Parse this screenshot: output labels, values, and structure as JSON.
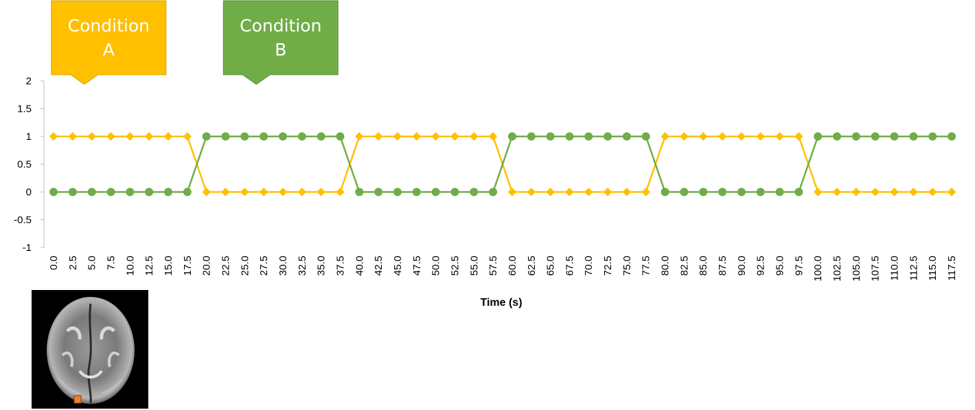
{
  "chart_data": {
    "type": "line",
    "xlabel": "Time (s)",
    "ylabel": "",
    "ylim": [
      -1,
      2
    ],
    "yticks": [
      "2",
      "1.5",
      "1",
      "0.5",
      "0",
      "-0.5",
      "-1"
    ],
    "ytick_values": [
      2,
      1.5,
      1,
      0.5,
      0,
      -0.5,
      -1
    ],
    "x": [
      "0.0",
      "2.5",
      "5.0",
      "7.5",
      "10.0",
      "12.5",
      "15.0",
      "17.5",
      "20.0",
      "22.5",
      "25.0",
      "27.5",
      "30.0",
      "32.5",
      "35.0",
      "37.5",
      "40.0",
      "42.5",
      "45.0",
      "47.5",
      "50.0",
      "52.5",
      "55.0",
      "57.5",
      "60.0",
      "62.5",
      "65.0",
      "67.5",
      "70.0",
      "72.5",
      "75.0",
      "77.5",
      "80.0",
      "82.5",
      "85.0",
      "87.5",
      "90.0",
      "92.5",
      "95.0",
      "97.5",
      "100.0",
      "102.5",
      "105.0",
      "107.5",
      "110.0",
      "112.5",
      "115.0",
      "117.5"
    ],
    "series": [
      {
        "color": "#FFC000",
        "marker": "diamond",
        "values": [
          1,
          1,
          1,
          1,
          1,
          1,
          1,
          1,
          0,
          0,
          0,
          0,
          0,
          0,
          0,
          0,
          1,
          1,
          1,
          1,
          1,
          1,
          1,
          1,
          0,
          0,
          0,
          0,
          0,
          0,
          0,
          0,
          1,
          1,
          1,
          1,
          1,
          1,
          1,
          1,
          0,
          0,
          0,
          0,
          0,
          0,
          0,
          0
        ]
      },
      {
        "color": "#70AD47",
        "marker": "circle",
        "values": [
          0,
          0,
          0,
          0,
          0,
          0,
          0,
          0,
          1,
          1,
          1,
          1,
          1,
          1,
          1,
          1,
          0,
          0,
          0,
          0,
          0,
          0,
          0,
          0,
          1,
          1,
          1,
          1,
          1,
          1,
          1,
          1,
          0,
          0,
          0,
          0,
          0,
          0,
          0,
          0,
          1,
          1,
          1,
          1,
          1,
          1,
          1,
          1
        ]
      }
    ],
    "annotations": [
      {
        "lines": [
          "Condition",
          "A"
        ],
        "color": "#FFC000",
        "border": "#D9A300",
        "points_to_index": 1
      },
      {
        "lines": [
          "Condition",
          "B"
        ],
        "color": "#70AD47",
        "border": "#5A8F39",
        "points_to_index": 10
      }
    ],
    "grid": false,
    "legend": "none"
  },
  "inset": {
    "description_icon": "brain-mri-icon",
    "roi_color": "#ED7D31"
  }
}
